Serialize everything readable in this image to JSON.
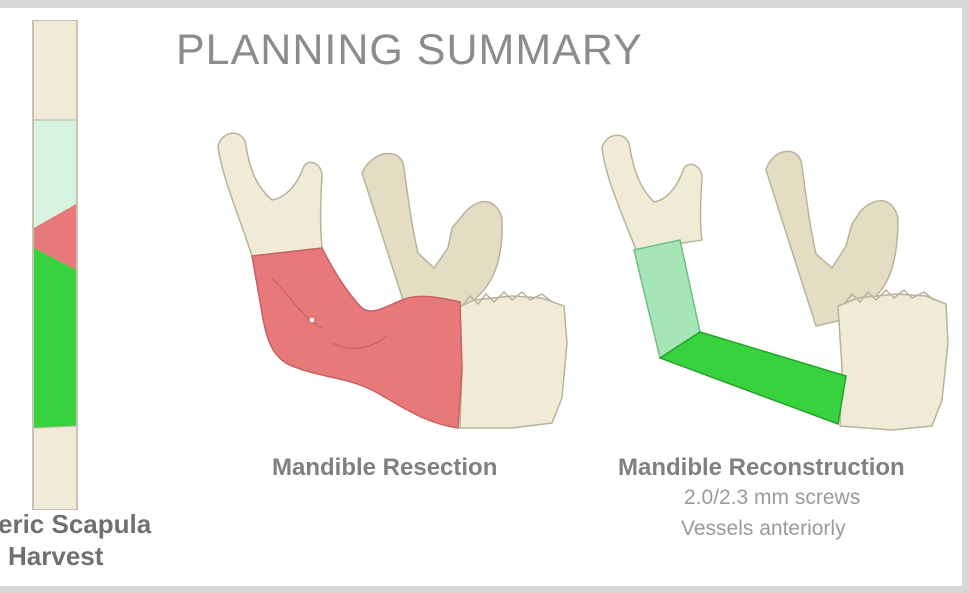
{
  "slide": {
    "title": "PLANNING SUMMARY",
    "left_caption": {
      "line1": "eric Scapula",
      "line2": "Harvest"
    },
    "resection": {
      "caption": "Mandible Resection"
    },
    "reconstruction": {
      "caption": "Mandible Reconstruction",
      "detail_line1": "2.0/2.3 mm screws",
      "detail_line2": "Vessels anteriorly"
    }
  },
  "colors": {
    "bone": "#efebd6",
    "bone_shadow": "#cfc9ad",
    "resection_red": "#e8797a",
    "segment_light_green": "#a6e6b6",
    "segment_green": "#38d23e",
    "text_gray": "#8c8c8c"
  }
}
